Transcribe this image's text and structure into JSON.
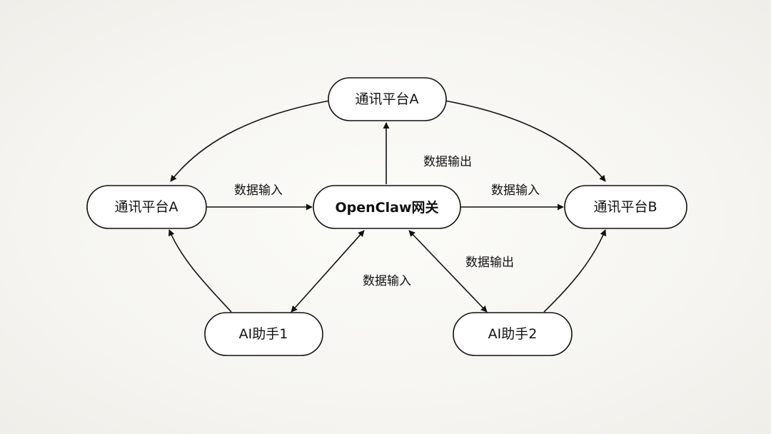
{
  "diagram": {
    "nodes": {
      "platform_a_top": "通讯平台A",
      "platform_a_left": "通讯平台A",
      "gateway": "OpenClaw网关",
      "platform_b": "通讯平台B",
      "ai_assistant_1": "AI助手1",
      "ai_assistant_2": "AI助手2"
    },
    "edge_labels": {
      "input_left": "数据输入",
      "output_top": "数据输出",
      "input_right": "数据输入",
      "output_lower_right": "数据输出",
      "input_lower": "数据输入"
    }
  }
}
